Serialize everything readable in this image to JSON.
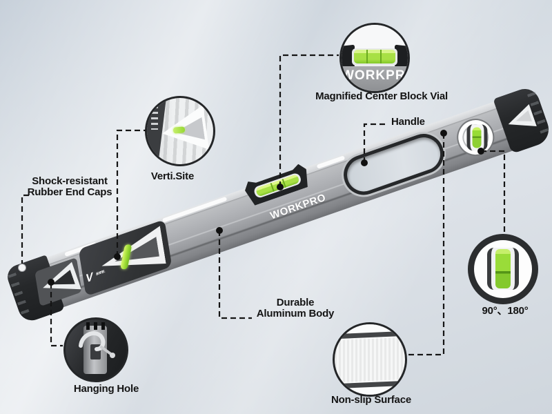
{
  "product": {
    "brand": "WORKPRO",
    "vertisite_logo": {
      "initial": "V",
      "line1": "ERTI.",
      "line2": "SITE"
    }
  },
  "callouts": {
    "magnified_center_block_vial": {
      "label": "Magnified Center Block Vial"
    },
    "handle": {
      "label": "Handle"
    },
    "verti_site": {
      "label": "Verti.Site"
    },
    "shock_resistant": {
      "line1": "Shock-resistant",
      "line2": "Rubber End Caps"
    },
    "hanging_hole": {
      "label": "Hanging Hole"
    },
    "durable_aluminum_body": {
      "line1": "Durable",
      "line2": "Aluminum Body"
    },
    "non_slip_surface": {
      "label": "Non-slip Surface"
    },
    "angles": {
      "label": "90°、180°"
    }
  },
  "colors": {
    "background": "#d4dbe2",
    "label_text": "#141414",
    "connector_line": "#141414",
    "vial_green": "#9ddc35",
    "body_silver": "#aeb0b4",
    "end_cap_black": "#26282a"
  }
}
